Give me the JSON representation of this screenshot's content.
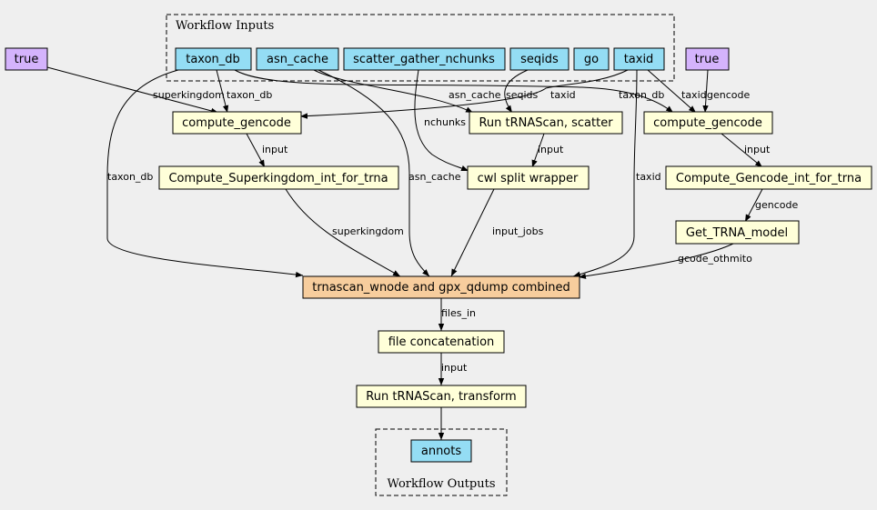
{
  "clusters": {
    "inputs_title": "Workflow Inputs",
    "outputs_title": "Workflow Outputs"
  },
  "colors": {
    "input": "#94ddf4",
    "output": "#94ddf4",
    "step": "#ffffd9",
    "combined": "#f7cd9d",
    "constant": "#d4b3fc"
  },
  "nodes": {
    "true_left": "true",
    "taxon_db": "taxon_db",
    "asn_cache": "asn_cache",
    "scatter_gather_nchunks": "scatter_gather_nchunks",
    "seqids": "seqids",
    "go": "go",
    "taxid": "taxid",
    "true_right": "true",
    "compute_gencode_left": "compute_gencode",
    "run_trnascan_scatter": "Run tRNAScan, scatter",
    "compute_gencode_right": "compute_gencode",
    "compute_superkingdom": "Compute_Superkingdom_int_for_trna",
    "cwl_split_wrapper": "cwl split wrapper",
    "compute_gencode_int": "Compute_Gencode_int_for_trna",
    "get_trna_model": "Get_TRNA_model",
    "trnascan_combined": "trnascan_wnode and gpx_qdump combined",
    "file_concatenation": "file concatenation",
    "run_trnascan_transform": "Run tRNAScan, transform",
    "annots": "annots"
  },
  "edge_labels": {
    "superkingdom": "superkingdom",
    "taxon_db_left": "taxon_db",
    "asn_cache_top": "asn_cache",
    "seqids": "seqids",
    "taxid_left": "taxid",
    "taxon_db_right": "taxon_db",
    "taxid_right": "taxid",
    "gencode_top": "gencode",
    "nchunks": "nchunks",
    "input_1": "input",
    "input_2": "input",
    "input_3": "input",
    "taxon_db_long": "taxon_db",
    "asn_cache_long": "asn_cache",
    "taxid_long": "taxid",
    "gencode_mid": "gencode",
    "superkingdom_mid": "superkingdom",
    "input_jobs": "input_jobs",
    "gcode_othmito": "gcode_othmito",
    "files_in": "files_in",
    "input_4": "input"
  }
}
